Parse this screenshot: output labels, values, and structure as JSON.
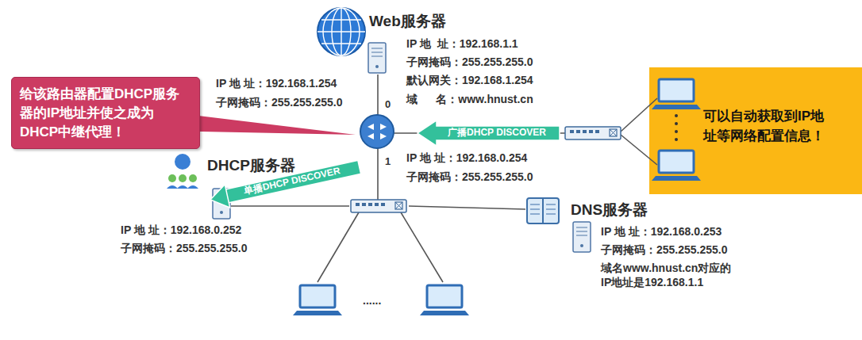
{
  "diagram": {
    "nodes": [
      {
        "text": [
          "Web服务器"
        ]
      },
      {
        "text": [
          "给该路由器配置DHCP服务器的IP地址并使之成为DHCP中继代理！"
        ]
      },
      {
        "text": [
          "0",
          "1"
        ]
      },
      {
        "text": [
          "可以自动获取到IP地址等网络配置信息！"
        ]
      },
      {
        "text": [
          "DHCP服务器"
        ]
      },
      {
        "text": [
          "DNS服务器"
        ]
      }
    ],
    "edges": [
      {
        "from": 2,
        "to": 4,
        "label": "单播DHCP DISCOVER",
        "arrow": "to"
      }
    ],
    "labels": [
      "IP 地  址：192.168.1.1",
      "子网掩码：255.255.255.0",
      "默认网关：192.168.1.254",
      "域      名：www.hnust.cn",
      "IP 地 址：192.168.1.254",
      "子网掩码：255.255.255.0",
      "广播DHCP DISCOVER",
      "IP 地 址：192.168.0.254",
      "子网掩码：255.255.255.0",
      "IP 地 址：192.168.0.252",
      "子网掩码：255.255.255.0",
      "IP 地 址：192.168.0.253",
      "子网掩码：255.255.255.0",
      "域名www.hnust.cn对应的 IP地址是192.168.1.1",
      "......"
    ]
  }
}
